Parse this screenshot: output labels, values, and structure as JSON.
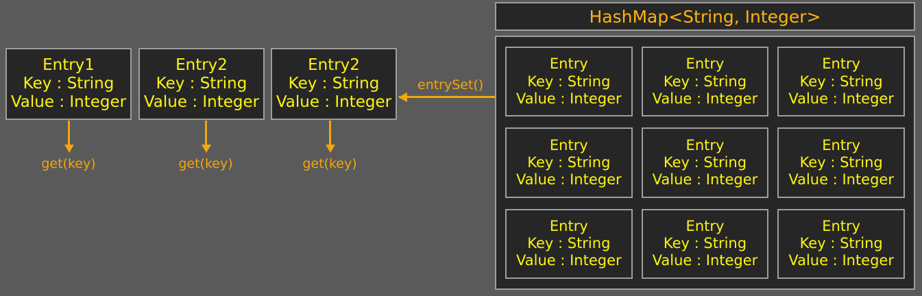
{
  "diagram": {
    "title": "HashMap<String, Integer> entrySet diagram",
    "background_color": "#5a5a5a",
    "box_fill_color": "#262626",
    "box_border_color": "#9e9e9e",
    "entry_text_color": "#fcf410",
    "accent_color": "#f5a60a",
    "title_color": "#ffb310"
  },
  "hashmap": {
    "title": "HashMap<String, Integer>",
    "entries": [
      {
        "name": "Entry",
        "key": "Key : String",
        "value": "Value : Integer"
      },
      {
        "name": "Entry",
        "key": "Key : String",
        "value": "Value : Integer"
      },
      {
        "name": "Entry",
        "key": "Key : String",
        "value": "Value : Integer"
      },
      {
        "name": "Entry",
        "key": "Key : String",
        "value": "Value : Integer"
      },
      {
        "name": "Entry",
        "key": "Key : String",
        "value": "Value : Integer"
      },
      {
        "name": "Entry",
        "key": "Key : String",
        "value": "Value : Integer"
      },
      {
        "name": "Entry",
        "key": "Key : String",
        "value": "Value : Integer"
      },
      {
        "name": "Entry",
        "key": "Key : String",
        "value": "Value : Integer"
      },
      {
        "name": "Entry",
        "key": "Key : String",
        "value": "Value : Integer"
      }
    ]
  },
  "entry_set": {
    "arrow_label": "entrySet()",
    "boxes": [
      {
        "name": "Entry1",
        "key": "Key : String",
        "value": "Value : Integer",
        "action": "get(key)"
      },
      {
        "name": "Entry2",
        "key": "Key : String",
        "value": "Value : Integer",
        "action": "get(key)"
      },
      {
        "name": "Entry2",
        "key": "Key : String",
        "value": "Value : Integer",
        "action": "get(key)"
      }
    ]
  }
}
